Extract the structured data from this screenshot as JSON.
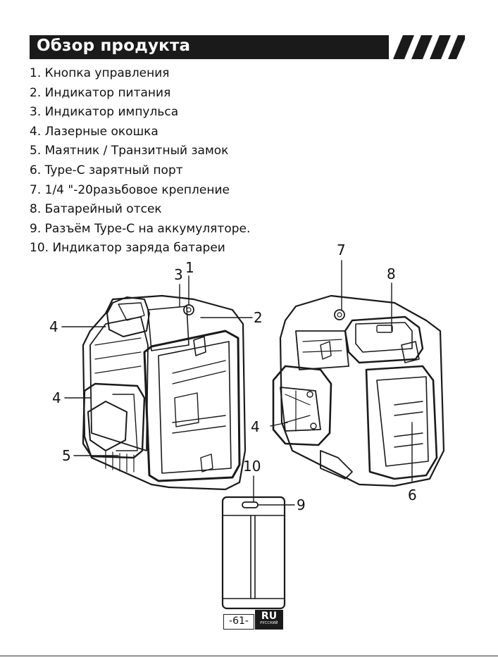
{
  "header": {
    "title": "Обзор продукта"
  },
  "parts": [
    "1. Кнопка управления",
    "2. Индикатор питания",
    "3. Индикатор импульса",
    "4. Лазерные окошка",
    "5. Маятник / Транзитный замок",
    "6. Type-C зарятный порт",
    "7. 1/4 \"-20разьбовое крепление",
    "8. Батарейный отсек",
    "9. Разъём Type-C на аккумуляторе.",
    "10. Индикатор заряда батареи"
  ],
  "callouts": {
    "c1": "1",
    "c2": "2",
    "c3": "3",
    "c4a": "4",
    "c4b": "4",
    "c4c": "4",
    "c5": "5",
    "c6": "6",
    "c7": "7",
    "c8": "8",
    "c9": "9",
    "c10": "10"
  },
  "footer": {
    "page": "-61-",
    "lang_code": "RU",
    "lang_name": "РУССКИЙ"
  },
  "colors": {
    "ink": "#1a1a1a",
    "paper": "#ffffff"
  }
}
